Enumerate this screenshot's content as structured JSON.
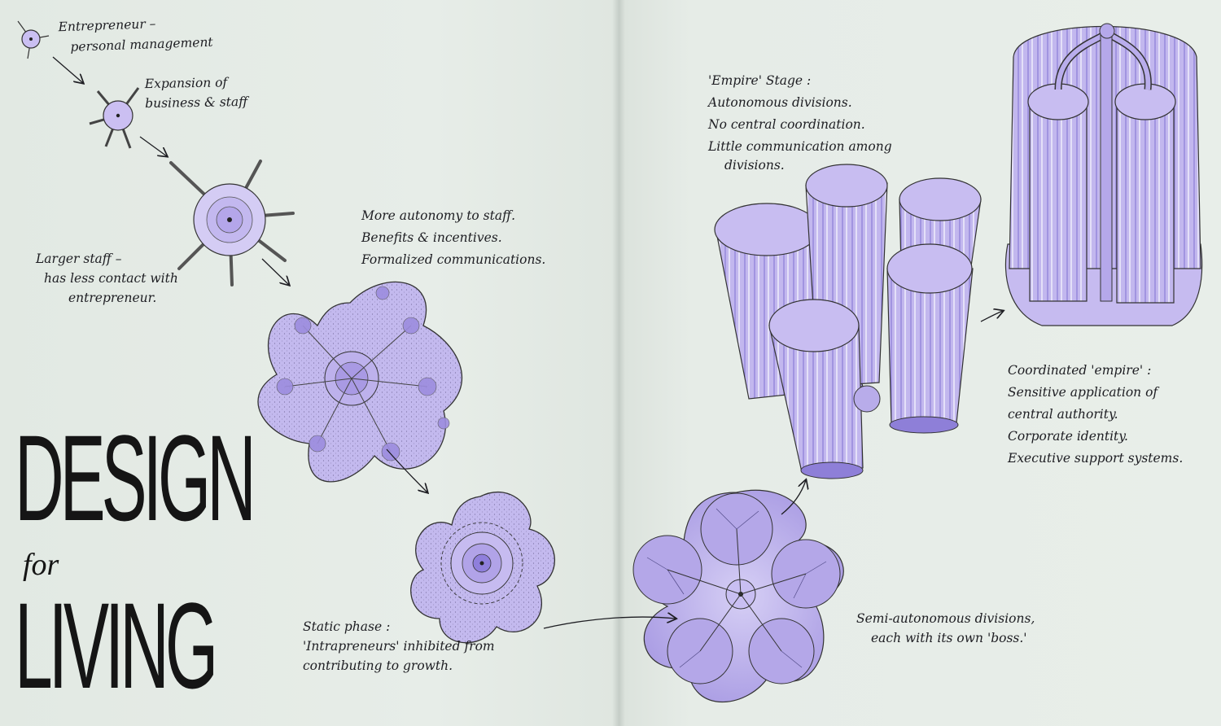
{
  "title": {
    "line1": "DESIGN",
    "line2": "for",
    "line3": "LIVING"
  },
  "stages": {
    "entrepreneur": [
      "Entrepreneur –",
      "personal management"
    ],
    "expansion": [
      "Expansion of",
      "business & staff"
    ],
    "larger_staff": [
      "Larger staff –",
      "has less contact with",
      "entrepreneur."
    ],
    "autonomy": [
      "More autonomy to staff.",
      "Benefits & incentives.",
      "Formalized communications."
    ],
    "static_phase": [
      "Static phase :",
      "'Intrapreneurs' inhibited from",
      "contributing to growth."
    ],
    "semi_autonomous": [
      "Semi-autonomous divisions,",
      "each with its own 'boss.'"
    ],
    "empire_stage": [
      "'Empire' Stage :",
      "Autonomous divisions.",
      "No central coordination.",
      "Little communication among",
      "divisions."
    ],
    "coordinated_empire": [
      "Coordinated 'empire' :",
      "Sensitive application of",
      "central authority.",
      "Corporate identity.",
      "Executive support systems."
    ]
  },
  "colors": {
    "paper": "#e4ebe6",
    "ink": "#1d1d22",
    "violet": "#b6a8e8",
    "violet_dark": "#7f6fcf",
    "title": "#151515"
  }
}
